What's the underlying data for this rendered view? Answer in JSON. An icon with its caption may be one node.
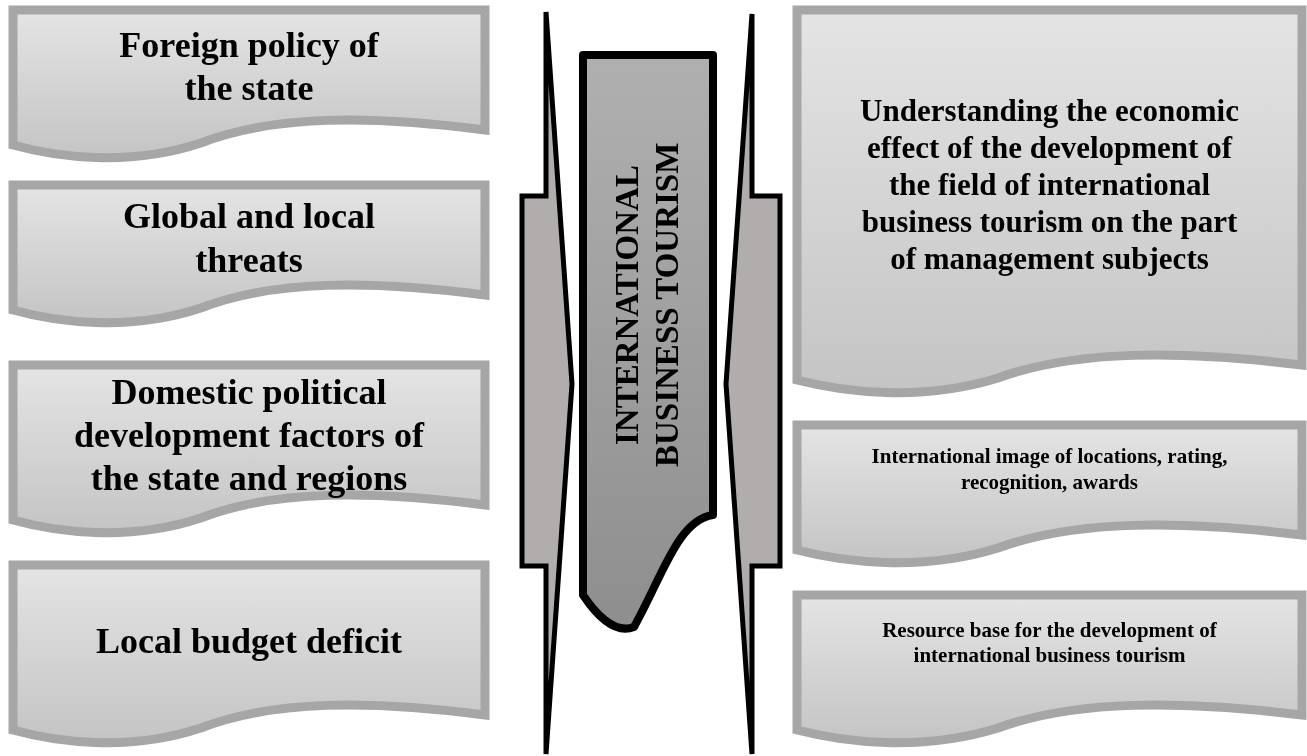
{
  "diagram": {
    "nodes": [
      {
        "text": [
          "Foreign policy of the state"
        ]
      },
      {
        "text": [
          "Global and local threats"
        ]
      },
      {
        "text": [
          "Domestic political development factors of the state and regions"
        ]
      },
      {
        "text": [
          "Local budget deficit"
        ]
      },
      {
        "text": [
          "INTERNATIONAL BUSINESS TOURISM"
        ]
      },
      {
        "text": [
          "Understanding the economic effect of the development of the field of international business tourism on the part of management subjects"
        ]
      },
      {
        "text": [
          "International image of locations, rating, recognition, awards"
        ]
      },
      {
        "text": [
          "Resource base for the development of international business tourism"
        ]
      },
      {
        "text": [],
        "shape": "bracket"
      },
      {
        "text": [],
        "shape": "bracket"
      }
    ],
    "edges": []
  }
}
